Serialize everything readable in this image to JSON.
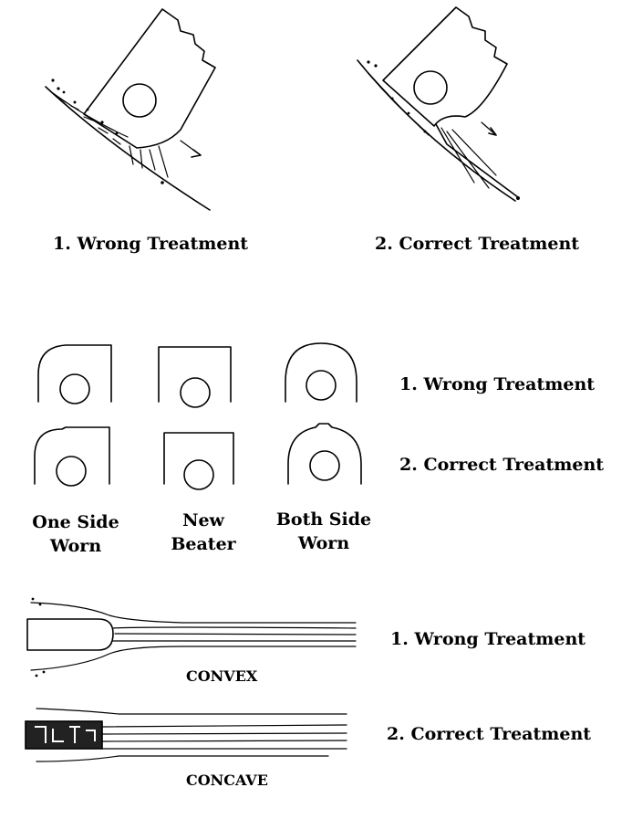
{
  "top": {
    "left_label": "1. Wrong Treatment",
    "right_label": "2. Correct Treatment"
  },
  "middle": {
    "row1_label": "1. Wrong Treatment",
    "row2_label": "2. Correct Treatment",
    "columns": [
      {
        "line1": "One Side",
        "line2": "Worn"
      },
      {
        "line1": "New",
        "line2": "Beater"
      },
      {
        "line1": "Both Side",
        "line2": "Worn"
      }
    ]
  },
  "bottom": {
    "convex_label": "1. Wrong Treatment",
    "convex_caption": "CONVEX",
    "concave_label": "2. Correct Treatment",
    "concave_caption": "CONCAVE"
  }
}
